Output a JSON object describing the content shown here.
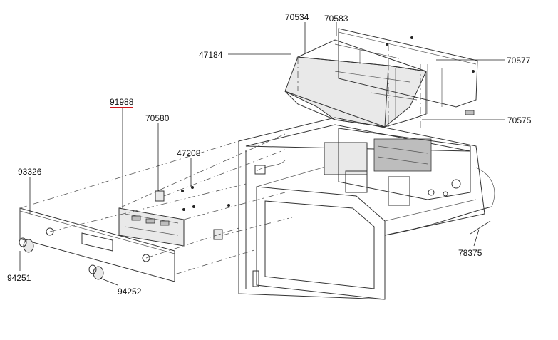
{
  "diagram": {
    "callouts": [
      {
        "id": "70534",
        "label": "70534"
      },
      {
        "id": "70583",
        "label": "70583"
      },
      {
        "id": "47184",
        "label": "47184"
      },
      {
        "id": "70577",
        "label": "70577"
      },
      {
        "id": "91988",
        "label": "91988",
        "selected": true
      },
      {
        "id": "70580",
        "label": "70580"
      },
      {
        "id": "70575",
        "label": "70575"
      },
      {
        "id": "47208",
        "label": "47208"
      },
      {
        "id": "93326",
        "label": "93326"
      },
      {
        "id": "78375",
        "label": "78375"
      },
      {
        "id": "94251",
        "label": "94251"
      },
      {
        "id": "94252",
        "label": "94252"
      }
    ],
    "highlight_color": "#d0141a"
  }
}
